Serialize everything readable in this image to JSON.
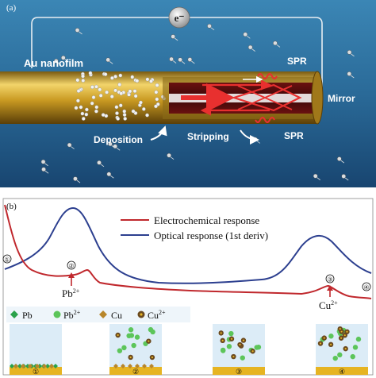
{
  "panel_a": {
    "tag": "(a)",
    "electron": "e⁻",
    "au_nanofilm": "Au nanofilm",
    "spr_top": "SPR",
    "spr_bottom": "SPR",
    "mirror": "Mirror",
    "deposition": "Deposition",
    "stripping": "Stripping",
    "colors": {
      "water_top": "#2b6f9a",
      "water_bottom": "#1a4a73",
      "fiber_gold": "#c9a22b",
      "arrow_red": "#d8262b"
    }
  },
  "panel_b": {
    "tag": "(b)",
    "legend": [
      {
        "label": "Electrochemical response",
        "color": "#c0282d"
      },
      {
        "label": "Optical response (1st deriv)",
        "color": "#2c3f8f"
      }
    ],
    "markers": [
      "①",
      "②",
      "③",
      "④"
    ],
    "ion_label_pb": "Pb",
    "ion_label_pb_sup": "2+",
    "ion_label_cu": "Cu",
    "ion_label_cu_sup": "2+",
    "key": [
      {
        "label": "Pb",
        "sup": "",
        "color": "#2aa24a",
        "shape": "diamond"
      },
      {
        "label": "Pb",
        "sup": "2+",
        "color": "#5cc55a",
        "shape": "circle"
      },
      {
        "label": "Cu",
        "sup": "",
        "color": "#b8862b",
        "shape": "diamond"
      },
      {
        "label": "Cu",
        "sup": "2+",
        "color": "#6b4a1f",
        "shape": "dotcircle"
      }
    ],
    "stages": [
      "①",
      "②",
      "③",
      "④"
    ],
    "colors": {
      "stage_bg": "#dcecf7",
      "electrode": "#e6b422"
    }
  }
}
